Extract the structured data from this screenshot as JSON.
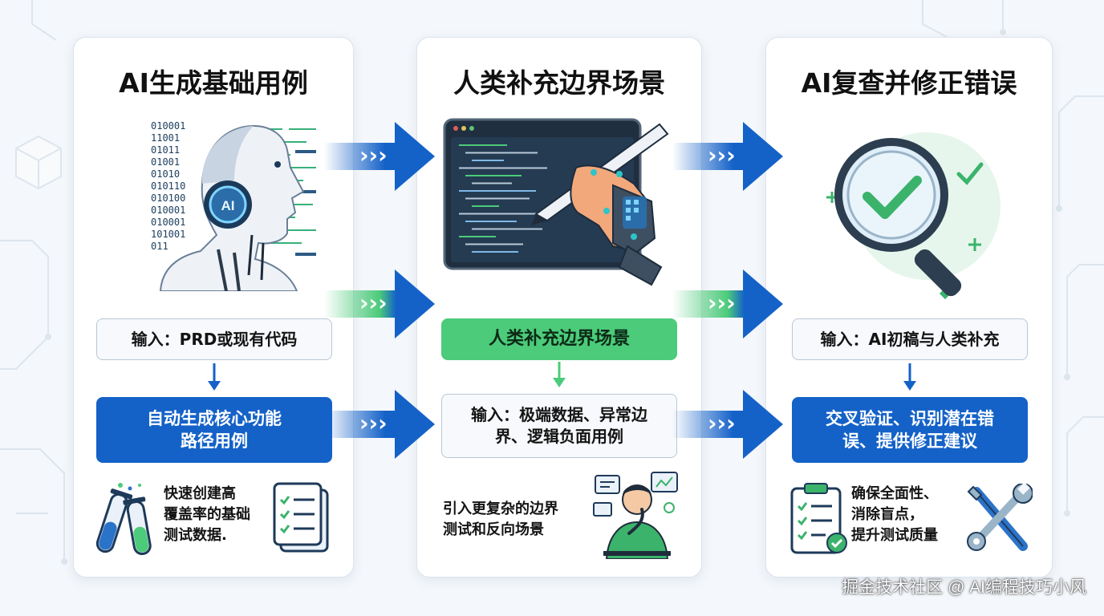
{
  "steps": [
    {
      "title": "AI生成基础用例",
      "input": "输入：PRD或现有代码",
      "action": "自动生成核心功能\n路径用例",
      "note": "快速创建高\n覆盖率的基础\n测试数据.",
      "binary": [
        "010001",
        "11001",
        "01011",
        "01001",
        "01010",
        "010110",
        "010100",
        "010001",
        "010001",
        "101001",
        "011"
      ],
      "robot_badge": "AI"
    },
    {
      "title": "人类补充边界场景",
      "label": "人类补充边界场景",
      "input": "输入：极端数据、异常边\n界、逻辑负面用例",
      "note": "引入更复杂的边界\n测试和反向场景"
    },
    {
      "title": "AI复查并修正错误",
      "input": "输入：AI初稿与人类补充",
      "action": "交叉验证、识别潜在错\n误、提供修正建议",
      "note": "确保全面性、\n消除盲点，\n提升测试质量"
    }
  ],
  "arrow_glyph": "›››",
  "watermark": "掘金技术社区 @ AI编程技巧小风",
  "colors": {
    "primary_blue": "#1462c8",
    "accent_green": "#4ccb7a",
    "panel_border": "#dbe3ec",
    "background": "#f4f7fb"
  }
}
